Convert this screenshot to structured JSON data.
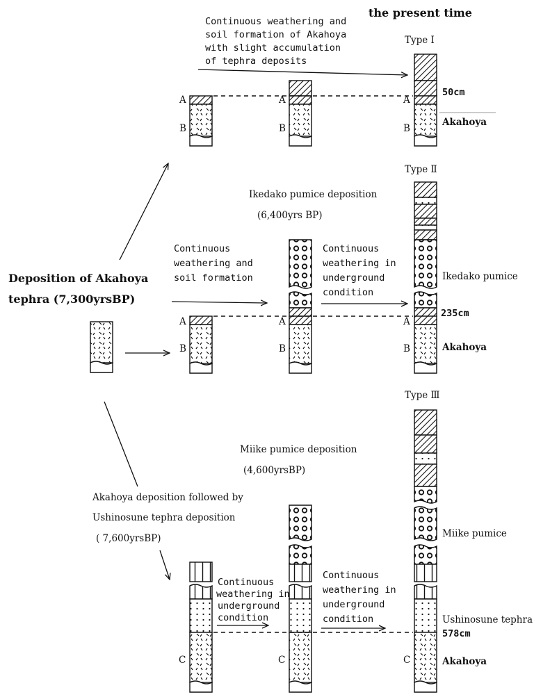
{
  "header": {
    "present_time": "the present time",
    "type1": "Type Ⅰ",
    "type2": "Type Ⅱ",
    "type3": "Type Ⅲ"
  },
  "origin": {
    "line1": "Deposition of Akahoya",
    "line2": "tephra (7,300yrsBP)"
  },
  "row1": {
    "note": [
      "Continuous weathering and",
      "soil formation of Akahoya",
      "with slight accumulation",
      "of tephra deposits"
    ],
    "depth": "50cm",
    "layer_label": "Akahoya"
  },
  "row2": {
    "event": "Ikedako pumice deposition",
    "event_date": "(6,400yrs BP)",
    "note_left": [
      "Continuous",
      "weathering and",
      "soil formation"
    ],
    "note_right": [
      "Continuous",
      "weathering in",
      "underground",
      "condition"
    ],
    "pumice_label": "Ikedako pumice",
    "depth": "235cm",
    "layer_label": "Akahoya"
  },
  "row3": {
    "event": "Miike pumice deposition",
    "event_date": "(4,600yrsBP)",
    "note_origin": [
      "Akahoya deposition followed by",
      "Ushinosune tephra deposition",
      "( 7,600yrsBP)"
    ],
    "note_left": [
      "Continuous",
      "weathering in",
      "underground",
      "condition"
    ],
    "note_right": [
      "Continuous",
      "weathering in",
      "underground",
      "condition"
    ],
    "pumice_label": "Miike pumice",
    "tephra_label": "Ushinosune tephra",
    "depth": "578cm",
    "layer_label": "Akahoya"
  },
  "letters": {
    "a": "A",
    "b": "B",
    "c": "C"
  }
}
